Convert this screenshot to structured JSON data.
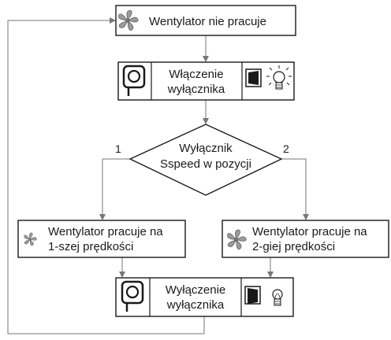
{
  "nodes": {
    "start": {
      "label": "Wentylator nie pracuje",
      "icon": "fan-icon"
    },
    "switch_on": {
      "line1": "Włączenie",
      "line2": "wyłącznika",
      "left_icon": "socket-icon",
      "right_icon": "switch-on-bulb-icon"
    },
    "decision": {
      "line1": "Wyłącznik",
      "line2": "Sspeed w pozycji"
    },
    "speed1": {
      "line1": "Wentylator pracuje na",
      "line2": "1-szej prędkości",
      "icon": "small-fan-icon"
    },
    "speed2": {
      "line1": "Wentylator pracuje na",
      "line2": "2-giej prędkości",
      "icon": "fan-icon"
    },
    "switch_off": {
      "line1": "Wyłączenie",
      "line2": "wyłącznika",
      "left_icon": "socket-icon",
      "right_icon": "switch-off-bulb-icon"
    }
  },
  "branches": {
    "left": "1",
    "right": "2"
  },
  "colors": {
    "line": "#777777",
    "border": "#1a1a1a",
    "fan": "#9a9a9a"
  }
}
